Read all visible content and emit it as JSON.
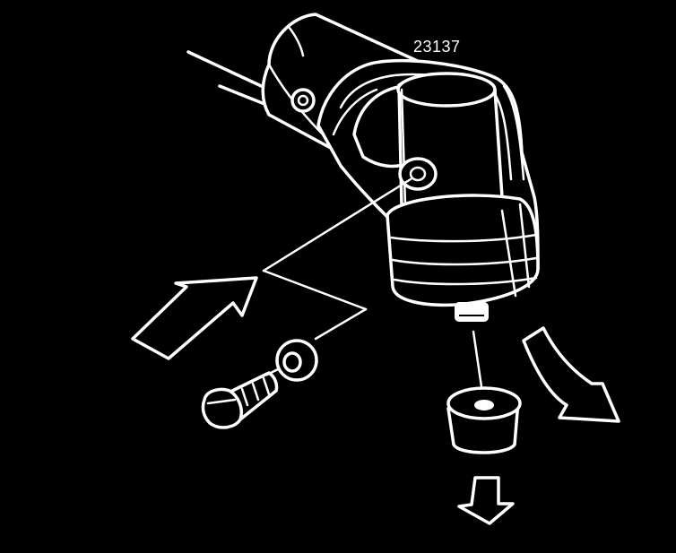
{
  "diagram": {
    "figure_number": "23137",
    "colors": {
      "background": "#000000",
      "line": "#ffffff"
    },
    "components": [
      "housing",
      "bushing",
      "bolt",
      "washer",
      "insulator",
      "direction-arrow",
      "removal-arrow",
      "down-arrow"
    ]
  }
}
